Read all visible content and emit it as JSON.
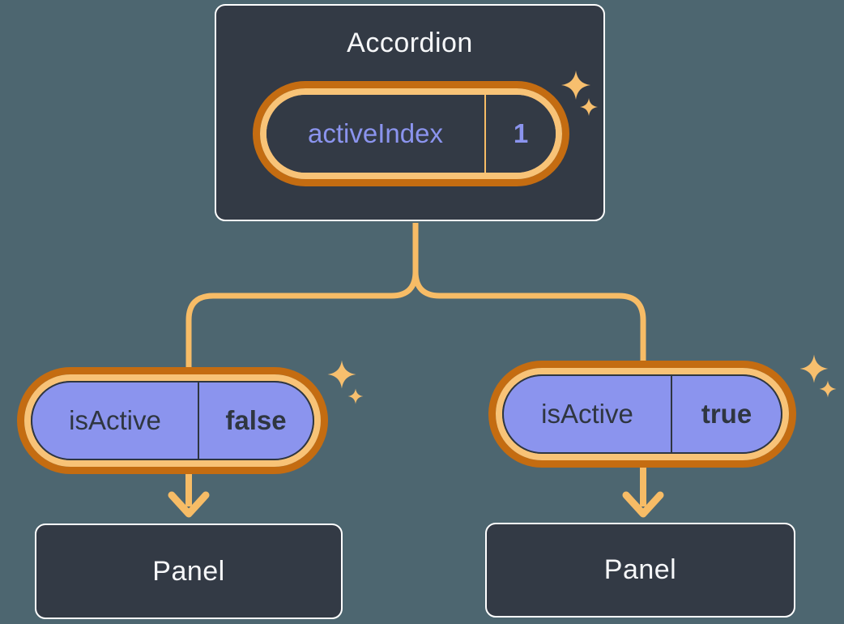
{
  "canvas": {
    "background_color": "#4D6670"
  },
  "colors": {
    "node_fill": "#333A45",
    "node_border": "#FFFFFF",
    "pill_purple_fill": "#8B94EE",
    "pill_ring_light_orange": "#F8C377",
    "pill_ring_dark_orange": "#C46C11",
    "connector_orange": "#F7BC66",
    "sparkle_orange": "#F7BF6E",
    "text_light": "#F6F7F9",
    "text_dark": "#2F3640",
    "state_text_purple": "#8B94EE"
  },
  "icons": {
    "sparkle": "four-point-star",
    "arrow_down": "↓"
  },
  "diagram": {
    "root": {
      "title": "Accordion",
      "state": {
        "name": "activeIndex",
        "value": "1"
      }
    },
    "children": [
      {
        "prop": {
          "name": "isActive",
          "value": "false"
        },
        "panel": {
          "title": "Panel"
        }
      },
      {
        "prop": {
          "name": "isActive",
          "value": "true"
        },
        "panel": {
          "title": "Panel"
        }
      }
    ]
  }
}
